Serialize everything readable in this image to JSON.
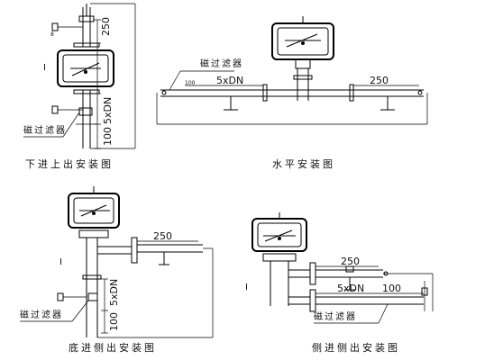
{
  "captions": {
    "bottom_in_top_out": "下进上出安装图",
    "horizontal": "水平安装图",
    "bottom_in_side_out": "底进侧出安装图",
    "side_in_side_out": "侧进侧出安装图"
  },
  "labels": {
    "magnetic_filter": "磁过滤器"
  },
  "dimensions": {
    "d250": "250",
    "d5xdn": "5xDN",
    "d100": "100"
  },
  "colors": {
    "line": "#000000",
    "background": "#ffffff"
  }
}
